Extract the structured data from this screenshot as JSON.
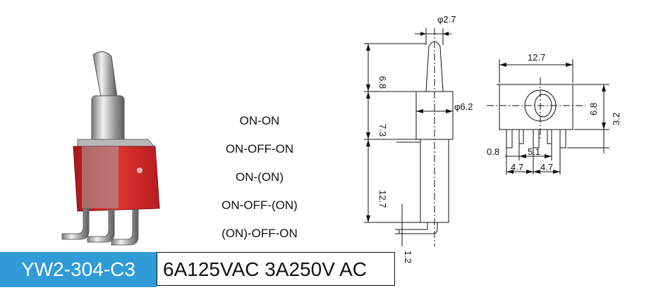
{
  "modes": [
    "ON-ON",
    "ON-OFF-ON",
    "ON-(ON)",
    "ON-OFF-(ON)",
    "(ON)-OFF-ON"
  ],
  "dimensions": {
    "lever_dia": "φ2.7",
    "lever_len": "6.8",
    "bushing_len": "7.3",
    "bushing_dia": "φ6.2",
    "body_len": "12.7",
    "terminal_thk": "1.2",
    "body_width": "12.7",
    "body_height": "6.8",
    "terminal_len": "3.2",
    "terminal_w": "0.8",
    "slot_w": "5.1",
    "pitch_a": "4.7",
    "pitch_b": "4.7"
  },
  "footer": {
    "model": "YW2-304-C3",
    "rating": "6A125VAC 3A250V AC"
  },
  "colors": {
    "accent": "#2f9bd7",
    "housing": "#d4242a"
  }
}
